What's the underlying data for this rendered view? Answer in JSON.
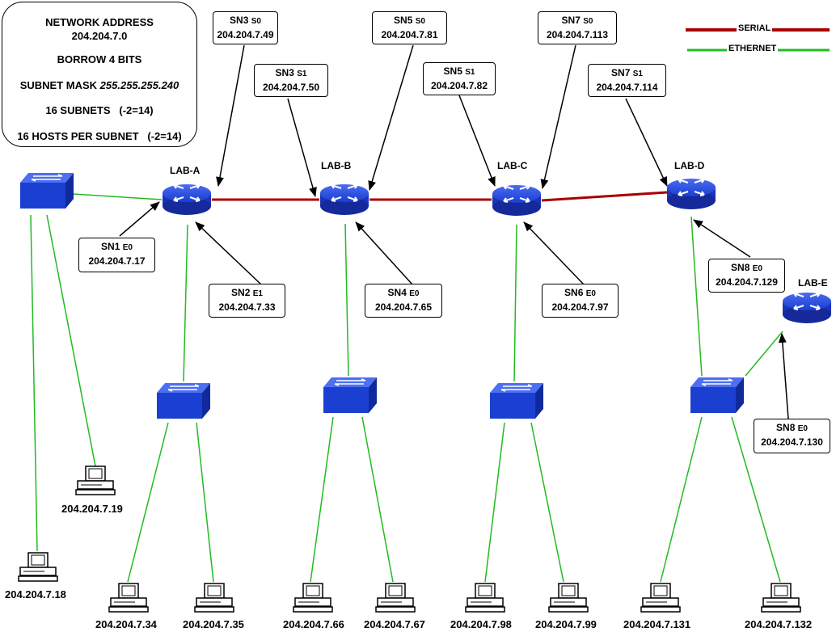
{
  "info": {
    "line1": "NETWORK ADDRESS",
    "line2": "204.204.7.0",
    "line3": "BORROW 4 BITS",
    "line4_prefix": "SUBNET MASK ",
    "line4_mask": "255.255.255.240",
    "line5": "16 SUBNETS   (-2=14)",
    "line6": "16 HOSTS PER SUBNET   (-2=14)"
  },
  "legend": {
    "serial": "SERIAL",
    "ethernet": "ETHERNET"
  },
  "colors": {
    "serial": "#a80000",
    "ethernet": "#22bb22",
    "device": "#1a3fd1"
  },
  "routers": {
    "a": "LAB-A",
    "b": "LAB-B",
    "c": "LAB-C",
    "d": "LAB-D",
    "e": "LAB-E"
  },
  "labels": {
    "sn3s0": {
      "sn": "SN3",
      "if": "S0",
      "ip": "204.204.7.49"
    },
    "sn3s1": {
      "sn": "SN3",
      "if": "S1",
      "ip": "204.204.7.50"
    },
    "sn5s0": {
      "sn": "SN5",
      "if": "S0",
      "ip": "204.204.7.81"
    },
    "sn5s1": {
      "sn": "SN5",
      "if": "S1",
      "ip": "204.204.7.82"
    },
    "sn7s0": {
      "sn": "SN7",
      "if": "S0",
      "ip": "204.204.7.113"
    },
    "sn7s1": {
      "sn": "SN7",
      "if": "S1",
      "ip": "204.204.7.114"
    },
    "sn1e0": {
      "sn": "SN1",
      "if": "E0",
      "ip": "204.204.7.17"
    },
    "sn2e1": {
      "sn": "SN2",
      "if": "E1",
      "ip": "204.204.7.33"
    },
    "sn4e0": {
      "sn": "SN4",
      "if": "E0",
      "ip": "204.204.7.65"
    },
    "sn6e0": {
      "sn": "SN6",
      "if": "E0",
      "ip": "204.204.7.97"
    },
    "sn8e0d": {
      "sn": "SN8",
      "if": "E0",
      "ip": "204.204.7.129"
    },
    "sn8e0e": {
      "sn": "SN8",
      "if": "E0",
      "ip": "204.204.7.130"
    }
  },
  "hosts": {
    "h18": "204.204.7.18",
    "h19": "204.204.7.19",
    "h34": "204.204.7.34",
    "h35": "204.204.7.35",
    "h66": "204.204.7.66",
    "h67": "204.204.7.67",
    "h98": "204.204.7.98",
    "h99": "204.204.7.99",
    "h131": "204.204.7.131",
    "h132": "204.204.7.132"
  }
}
